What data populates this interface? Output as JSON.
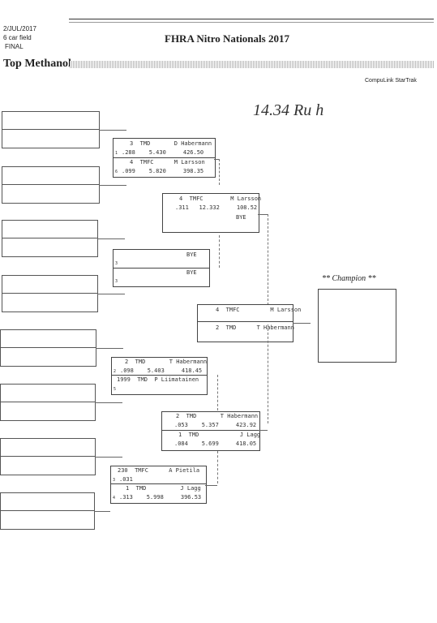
{
  "header": {
    "date": "2/JUL/2017",
    "field": "6 car field",
    "round": "FINAL",
    "event_title": "FHRA Nitro Nationals 2017",
    "category": "Top Methanol",
    "system": "CompuLink StarTrak"
  },
  "handwritten": "14.34 Ru h",
  "champion_label": "** Champion **",
  "matches": {
    "r1m1": {
      "top": {
        "line1": "3  TMD       D Habermann",
        "lane": "1",
        "line2": ".288    5.430     426.50"
      },
      "bot": {
        "line1": "4  TMFC      M Larsson",
        "lane": "6",
        "line2": ".099    5.820     398.35"
      }
    },
    "r2m1": {
      "top": {
        "line1": "4  TMFC        M Larsson",
        "line2": ".311   12.332     108.52"
      },
      "bot": {
        "line1": "BYE"
      }
    },
    "bye": {
      "top": {
        "lane": "3",
        "line1": "BYE"
      },
      "bot": {
        "lane": "3",
        "line1": "BYE"
      }
    },
    "final": {
      "top": {
        "line1": "4  TMFC         M Larsson"
      },
      "bot": {
        "line1": "2  TMD      T Habermann"
      }
    },
    "r1m2": {
      "top": {
        "line1": "2  TMD       T Habermann",
        "lane": "2",
        "line2": ".098    5.403     418.45"
      },
      "bot": {
        "line1": "1999  TMD  P Liimatainen",
        "lane": "5"
      }
    },
    "r2m2": {
      "top": {
        "line1": "2  TMD       T Habermann",
        "line2": ".053    5.357     423.92"
      },
      "bot": {
        "line1": "1  TMD            J Lagg",
        "line2": ".084    5.699     418.05"
      }
    },
    "r1m3": {
      "top": {
        "line1": "230  TMFC      A Pietila",
        "lane": "3",
        "line2": ".031"
      },
      "bot": {
        "line1": "1  TMD          J Lagg",
        "lane": "4",
        "line2": ".313    5.998     396.53"
      }
    }
  }
}
